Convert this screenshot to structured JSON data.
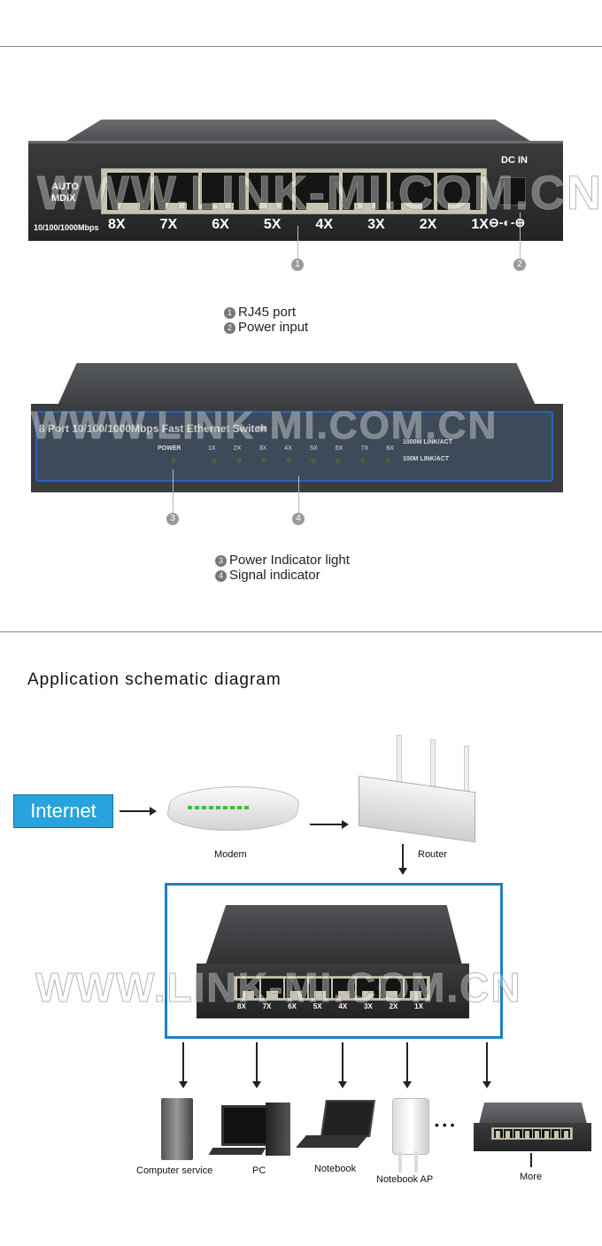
{
  "rear_panel": {
    "auto_mdix": "AUTO\nMDIX",
    "speed": "10/100/1000Mbps",
    "ports": [
      "8X",
      "7X",
      "6X",
      "5X",
      "4X",
      "3X",
      "2X",
      "1X"
    ],
    "dc_in": "DC IN",
    "polarity": "⊖-◐-⊕"
  },
  "front_panel": {
    "title": "8 Port 10/100/1000Mbps Fast Ethernet Switch",
    "power": "POWER",
    "ports": [
      "1X",
      "2X",
      "3X",
      "4X",
      "5X",
      "6X",
      "7X",
      "8X"
    ],
    "link_1000": "1000M LINK/ACT",
    "link_100": "100M LINK/ACT"
  },
  "callouts": [
    "1",
    "2",
    "3",
    "4"
  ],
  "legend_top": [
    {
      "num": "1",
      "text": "RJ45 port"
    },
    {
      "num": "2",
      "text": "Power input"
    }
  ],
  "legend_bottom": [
    {
      "num": "3",
      "text": "Power Indicator light"
    },
    {
      "num": "4",
      "text": "Signal indicator"
    }
  ],
  "watermark": "WWW.LINK-MI.COM.CN",
  "diagram": {
    "title": "Application schematic diagram",
    "internet": "Internet",
    "modem": "Modem",
    "router": "Router",
    "devices": [
      "Computer service",
      "PC",
      "Notebook",
      "Notebook AP",
      "More"
    ],
    "ellipsis": "• • •"
  },
  "colors": {
    "internet_box": "#29a3dd",
    "frame": "#1f7fc4",
    "led_frame": "#2a5fc9"
  }
}
